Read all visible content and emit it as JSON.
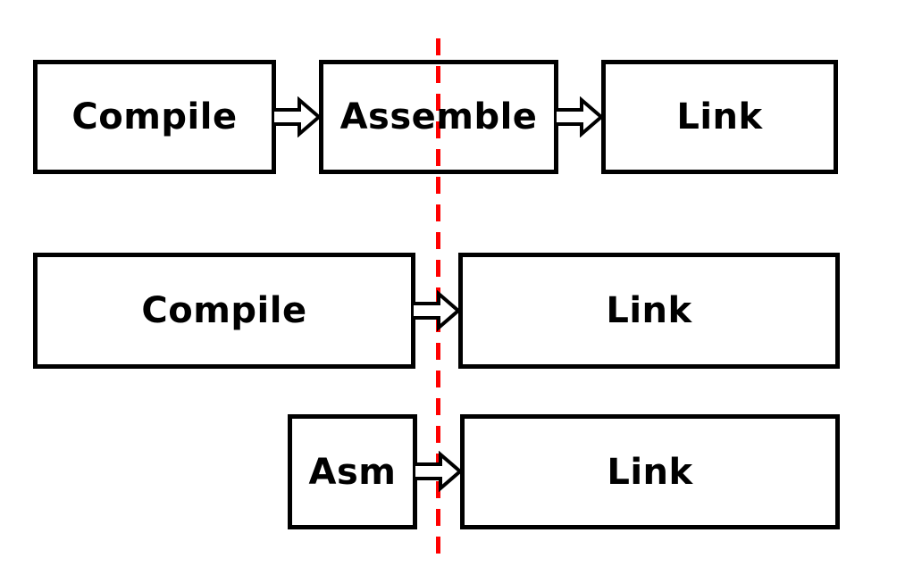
{
  "diagram": {
    "title": "compilation-pipeline-stages",
    "colors": {
      "background": "#ffffff",
      "stroke": "#000000",
      "divider": "#ff0000"
    },
    "divider": {
      "style": "dashed",
      "orientation": "vertical"
    },
    "rows": [
      {
        "boxes": [
          {
            "label": "Compile"
          },
          {
            "label": "Assemble"
          },
          {
            "label": "Link"
          }
        ]
      },
      {
        "boxes": [
          {
            "label": "Compile"
          },
          {
            "label": "Link"
          }
        ]
      },
      {
        "boxes": [
          {
            "label": "Asm"
          },
          {
            "label": "Link"
          }
        ]
      }
    ]
  }
}
